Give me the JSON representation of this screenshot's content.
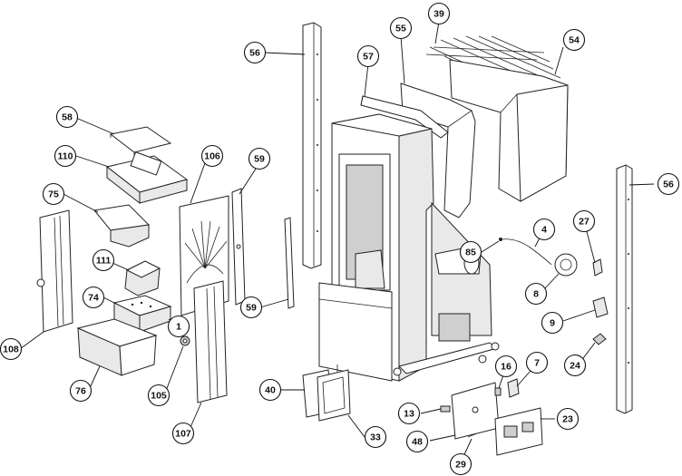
{
  "callouts": [
    {
      "id": "c56a",
      "label": "56"
    },
    {
      "id": "c57",
      "label": "57"
    },
    {
      "id": "c55",
      "label": "55"
    },
    {
      "id": "c39",
      "label": "39"
    },
    {
      "id": "c54",
      "label": "54"
    },
    {
      "id": "c58",
      "label": "58"
    },
    {
      "id": "c110",
      "label": "110"
    },
    {
      "id": "c106",
      "label": "106"
    },
    {
      "id": "c59a",
      "label": "59"
    },
    {
      "id": "c75",
      "label": "75"
    },
    {
      "id": "c56b",
      "label": "56"
    },
    {
      "id": "c4",
      "label": "4"
    },
    {
      "id": "c27",
      "label": "27"
    },
    {
      "id": "c111",
      "label": "111"
    },
    {
      "id": "c85",
      "label": "85"
    },
    {
      "id": "c8",
      "label": "8"
    },
    {
      "id": "c74",
      "label": "74"
    },
    {
      "id": "c59b",
      "label": "59"
    },
    {
      "id": "c1",
      "label": "1"
    },
    {
      "id": "c9",
      "label": "9"
    },
    {
      "id": "c108",
      "label": "108"
    },
    {
      "id": "c105",
      "label": "105"
    },
    {
      "id": "c24",
      "label": "24"
    },
    {
      "id": "c76",
      "label": "76"
    },
    {
      "id": "c7",
      "label": "7"
    },
    {
      "id": "c16",
      "label": "16"
    },
    {
      "id": "c40",
      "label": "40"
    },
    {
      "id": "c13",
      "label": "13"
    },
    {
      "id": "c23",
      "label": "23"
    },
    {
      "id": "c107",
      "label": "107"
    },
    {
      "id": "c33",
      "label": "33"
    },
    {
      "id": "c48",
      "label": "48"
    },
    {
      "id": "c29",
      "label": "29"
    }
  ]
}
